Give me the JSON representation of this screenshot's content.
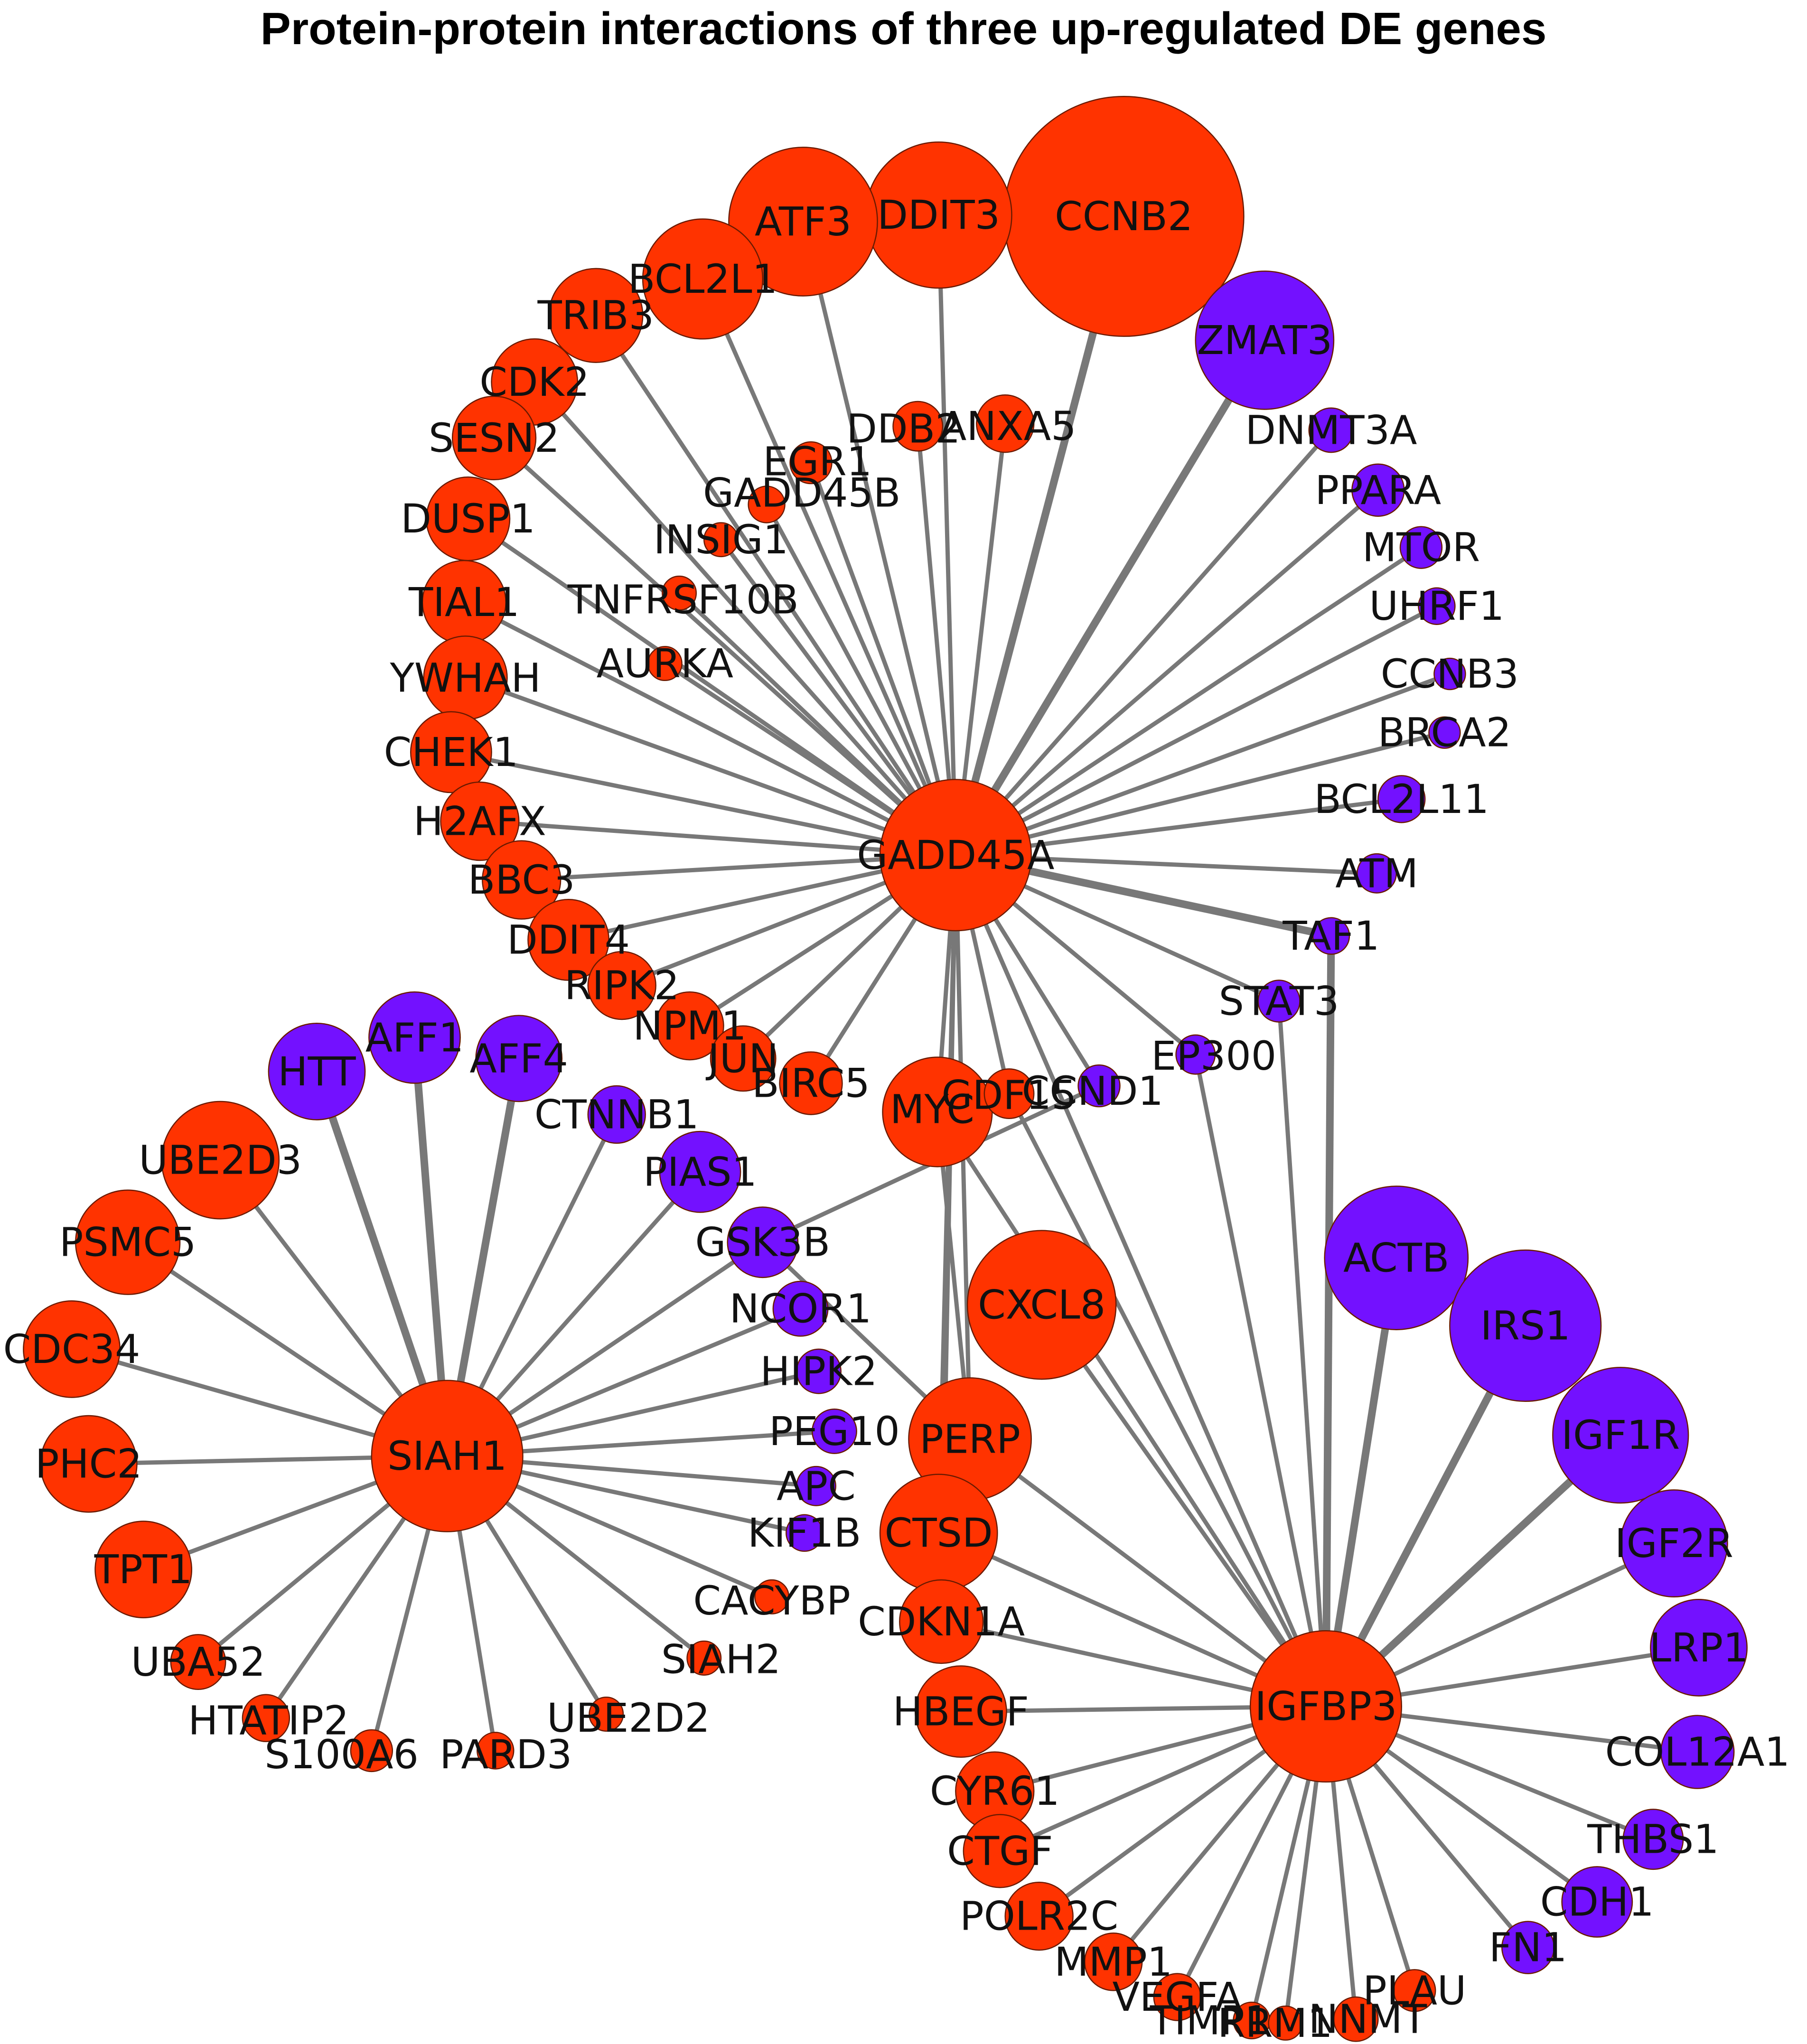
{
  "title": "Protein-protein interactions of three up-regulated DE genes",
  "colors": {
    "upregulated": "#ff3300",
    "other": "#7311ff",
    "edge": "#787878"
  },
  "nodes": [
    {
      "id": "GADD45A",
      "color": "red"
    },
    {
      "id": "SIAH1",
      "color": "red"
    },
    {
      "id": "IGFBP3",
      "color": "red"
    },
    {
      "id": "CCNB2",
      "color": "red"
    },
    {
      "id": "DDIT3",
      "color": "red"
    },
    {
      "id": "ATF3",
      "color": "red"
    },
    {
      "id": "BCL2L1",
      "color": "red"
    },
    {
      "id": "TRIB3",
      "color": "red"
    },
    {
      "id": "CDK2",
      "color": "red"
    },
    {
      "id": "SESN2",
      "color": "red"
    },
    {
      "id": "DUSP1",
      "color": "red"
    },
    {
      "id": "TIAL1",
      "color": "red"
    },
    {
      "id": "YWHAH",
      "color": "red"
    },
    {
      "id": "CHEK1",
      "color": "red"
    },
    {
      "id": "H2AFX",
      "color": "red"
    },
    {
      "id": "BBC3",
      "color": "red"
    },
    {
      "id": "DDIT4",
      "color": "red"
    },
    {
      "id": "RIPK2",
      "color": "red"
    },
    {
      "id": "NPM1",
      "color": "red"
    },
    {
      "id": "JUN",
      "color": "red"
    },
    {
      "id": "BIRC5",
      "color": "red"
    },
    {
      "id": "MYC",
      "color": "red"
    },
    {
      "id": "GDF15",
      "color": "red"
    },
    {
      "id": "EGR1",
      "color": "red"
    },
    {
      "id": "DDB2",
      "color": "red"
    },
    {
      "id": "ANXA5",
      "color": "red"
    },
    {
      "id": "GADD45B",
      "color": "red"
    },
    {
      "id": "INSIG1",
      "color": "red"
    },
    {
      "id": "TNFRSF10B",
      "color": "red"
    },
    {
      "id": "AURKA",
      "color": "red"
    },
    {
      "id": "CXCL8",
      "color": "red"
    },
    {
      "id": "PERP",
      "color": "red"
    },
    {
      "id": "CTSD",
      "color": "red"
    },
    {
      "id": "CDKN1A",
      "color": "red"
    },
    {
      "id": "HBEGF",
      "color": "red"
    },
    {
      "id": "CYR61",
      "color": "red"
    },
    {
      "id": "CTGF",
      "color": "red"
    },
    {
      "id": "POLR2C",
      "color": "red"
    },
    {
      "id": "MMP1",
      "color": "red"
    },
    {
      "id": "VEGFA",
      "color": "red"
    },
    {
      "id": "TIMP1",
      "color": "red"
    },
    {
      "id": "RRM1",
      "color": "red"
    },
    {
      "id": "NNMT",
      "color": "red"
    },
    {
      "id": "PLAU",
      "color": "red"
    },
    {
      "id": "UBE2D3",
      "color": "red"
    },
    {
      "id": "PSMC5",
      "color": "red"
    },
    {
      "id": "CDC34",
      "color": "red"
    },
    {
      "id": "PHC2",
      "color": "red"
    },
    {
      "id": "TPT1",
      "color": "red"
    },
    {
      "id": "UBA52",
      "color": "red"
    },
    {
      "id": "HTATIP2",
      "color": "red"
    },
    {
      "id": "S100A6",
      "color": "red"
    },
    {
      "id": "PARD3",
      "color": "red"
    },
    {
      "id": "UBE2D2",
      "color": "red"
    },
    {
      "id": "SIAH2",
      "color": "red"
    },
    {
      "id": "CACYBP",
      "color": "red"
    },
    {
      "id": "ZMAT3",
      "color": "blue"
    },
    {
      "id": "DNMT3A",
      "color": "blue"
    },
    {
      "id": "PPARA",
      "color": "blue"
    },
    {
      "id": "MTOR",
      "color": "blue"
    },
    {
      "id": "UHRF1",
      "color": "blue"
    },
    {
      "id": "CCNB3",
      "color": "blue"
    },
    {
      "id": "BRCA2",
      "color": "blue"
    },
    {
      "id": "BCL2L11",
      "color": "blue"
    },
    {
      "id": "ATM",
      "color": "blue"
    },
    {
      "id": "TAF1",
      "color": "blue"
    },
    {
      "id": "STAT3",
      "color": "blue"
    },
    {
      "id": "EP300",
      "color": "blue"
    },
    {
      "id": "CCND1",
      "color": "blue"
    },
    {
      "id": "HTT",
      "color": "blue"
    },
    {
      "id": "AFF1",
      "color": "blue"
    },
    {
      "id": "AFF4",
      "color": "blue"
    },
    {
      "id": "CTNNB1",
      "color": "blue"
    },
    {
      "id": "PIAS1",
      "color": "blue"
    },
    {
      "id": "GSK3B",
      "color": "blue"
    },
    {
      "id": "NCOR1",
      "color": "blue"
    },
    {
      "id": "HIPK2",
      "color": "blue"
    },
    {
      "id": "PEG10",
      "color": "blue"
    },
    {
      "id": "APC",
      "color": "blue"
    },
    {
      "id": "KIF1B",
      "color": "blue"
    },
    {
      "id": "ACTB",
      "color": "blue"
    },
    {
      "id": "IRS1",
      "color": "blue"
    },
    {
      "id": "IGF1R",
      "color": "blue"
    },
    {
      "id": "IGF2R",
      "color": "blue"
    },
    {
      "id": "LRP1",
      "color": "blue"
    },
    {
      "id": "COL12A1",
      "color": "blue"
    },
    {
      "id": "THBS1",
      "color": "blue"
    },
    {
      "id": "CDH1",
      "color": "blue"
    },
    {
      "id": "FN1",
      "color": "blue"
    }
  ],
  "edges": [
    [
      "GADD45A",
      "CCNB2"
    ],
    [
      "GADD45A",
      "DDIT3"
    ],
    [
      "GADD45A",
      "ATF3"
    ],
    [
      "GADD45A",
      "BCL2L1"
    ],
    [
      "GADD45A",
      "TRIB3"
    ],
    [
      "GADD45A",
      "CDK2"
    ],
    [
      "GADD45A",
      "SESN2"
    ],
    [
      "GADD45A",
      "DUSP1"
    ],
    [
      "GADD45A",
      "TIAL1"
    ],
    [
      "GADD45A",
      "YWHAH"
    ],
    [
      "GADD45A",
      "CHEK1"
    ],
    [
      "GADD45A",
      "H2AFX"
    ],
    [
      "GADD45A",
      "BBC3"
    ],
    [
      "GADD45A",
      "DDIT4"
    ],
    [
      "GADD45A",
      "RIPK2"
    ],
    [
      "GADD45A",
      "NPM1"
    ],
    [
      "GADD45A",
      "JUN"
    ],
    [
      "GADD45A",
      "BIRC5"
    ],
    [
      "GADD45A",
      "MYC"
    ],
    [
      "GADD45A",
      "GDF15"
    ],
    [
      "GADD45A",
      "EGR1"
    ],
    [
      "GADD45A",
      "DDB2"
    ],
    [
      "GADD45A",
      "ANXA5"
    ],
    [
      "GADD45A",
      "GADD45B"
    ],
    [
      "GADD45A",
      "INSIG1"
    ],
    [
      "GADD45A",
      "TNFRSF10B"
    ],
    [
      "GADD45A",
      "AURKA"
    ],
    [
      "GADD45A",
      "ZMAT3"
    ],
    [
      "GADD45A",
      "DNMT3A"
    ],
    [
      "GADD45A",
      "PPARA"
    ],
    [
      "GADD45A",
      "MTOR"
    ],
    [
      "GADD45A",
      "UHRF1"
    ],
    [
      "GADD45A",
      "CCNB3"
    ],
    [
      "GADD45A",
      "BRCA2"
    ],
    [
      "GADD45A",
      "BCL2L11"
    ],
    [
      "GADD45A",
      "ATM"
    ],
    [
      "GADD45A",
      "TAF1"
    ],
    [
      "GADD45A",
      "STAT3"
    ],
    [
      "GADD45A",
      "EP300"
    ],
    [
      "GADD45A",
      "CCND1"
    ],
    [
      "GADD45A",
      "PERP"
    ],
    [
      "GADD45A",
      "CTSD"
    ],
    [
      "GADD45A",
      "CDKN1A"
    ],
    [
      "GADD45A",
      "IGFBP3"
    ],
    [
      "SIAH1",
      "HTT"
    ],
    [
      "SIAH1",
      "AFF1"
    ],
    [
      "SIAH1",
      "AFF4"
    ],
    [
      "SIAH1",
      "CTNNB1"
    ],
    [
      "SIAH1",
      "PIAS1"
    ],
    [
      "SIAH1",
      "GSK3B"
    ],
    [
      "SIAH1",
      "NCOR1"
    ],
    [
      "SIAH1",
      "HIPK2"
    ],
    [
      "SIAH1",
      "PEG10"
    ],
    [
      "SIAH1",
      "APC"
    ],
    [
      "SIAH1",
      "KIF1B"
    ],
    [
      "SIAH1",
      "CACYBP"
    ],
    [
      "SIAH1",
      "SIAH2"
    ],
    [
      "SIAH1",
      "UBE2D2"
    ],
    [
      "SIAH1",
      "PARD3"
    ],
    [
      "SIAH1",
      "S100A6"
    ],
    [
      "SIAH1",
      "HTATIP2"
    ],
    [
      "SIAH1",
      "UBA52"
    ],
    [
      "SIAH1",
      "TPT1"
    ],
    [
      "SIAH1",
      "PHC2"
    ],
    [
      "SIAH1",
      "CDC34"
    ],
    [
      "SIAH1",
      "PSMC5"
    ],
    [
      "SIAH1",
      "UBE2D3"
    ],
    [
      "IGFBP3",
      "ACTB"
    ],
    [
      "IGFBP3",
      "IRS1"
    ],
    [
      "IGFBP3",
      "IGF1R"
    ],
    [
      "IGFBP3",
      "IGF2R"
    ],
    [
      "IGFBP3",
      "LRP1"
    ],
    [
      "IGFBP3",
      "COL12A1"
    ],
    [
      "IGFBP3",
      "THBS1"
    ],
    [
      "IGFBP3",
      "CDH1"
    ],
    [
      "IGFBP3",
      "FN1"
    ],
    [
      "IGFBP3",
      "PLAU"
    ],
    [
      "IGFBP3",
      "NNMT"
    ],
    [
      "IGFBP3",
      "RRM1"
    ],
    [
      "IGFBP3",
      "TIMP1"
    ],
    [
      "IGFBP3",
      "VEGFA"
    ],
    [
      "IGFBP3",
      "MMP1"
    ],
    [
      "IGFBP3",
      "POLR2C"
    ],
    [
      "IGFBP3",
      "CTGF"
    ],
    [
      "IGFBP3",
      "CYR61"
    ],
    [
      "IGFBP3",
      "HBEGF"
    ],
    [
      "IGFBP3",
      "CDKN1A"
    ],
    [
      "IGFBP3",
      "CTSD"
    ],
    [
      "IGFBP3",
      "PERP"
    ],
    [
      "IGFBP3",
      "CXCL8"
    ],
    [
      "IGFBP3",
      "MYC"
    ],
    [
      "IGFBP3",
      "EP300"
    ],
    [
      "IGFBP3",
      "STAT3"
    ],
    [
      "IGFBP3",
      "TAF1"
    ],
    [
      "IGFBP3",
      "GDF15"
    ],
    [
      "IGFBP3",
      "GADD45A"
    ],
    [
      "MYC",
      "PERP"
    ],
    [
      "CCND1",
      "GSK3B"
    ],
    [
      "GSK3B",
      "PERP"
    ]
  ]
}
